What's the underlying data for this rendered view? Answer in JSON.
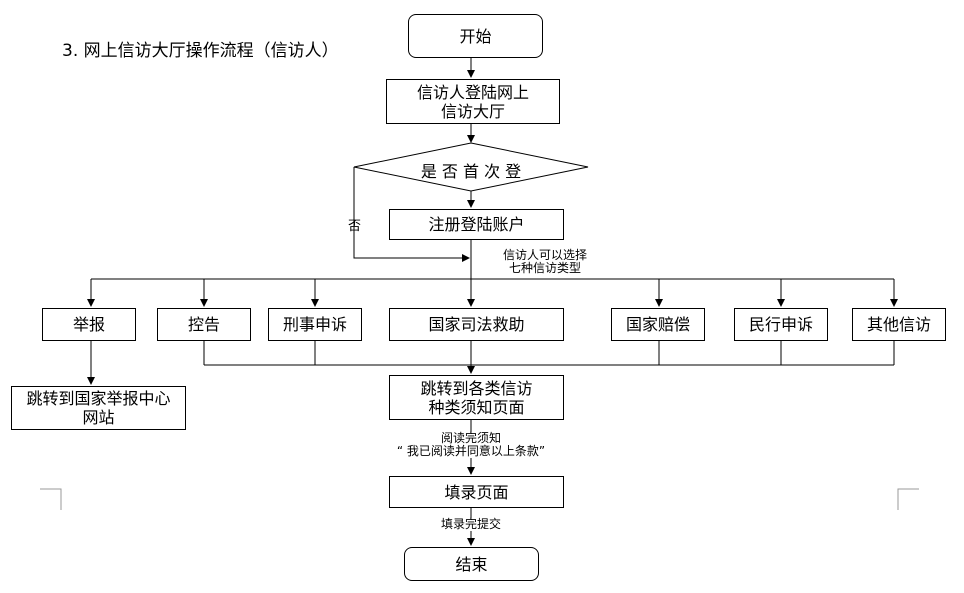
{
  "title": "3.  网上信访大厅操作流程（信访人）",
  "nodes": {
    "start": "开始",
    "login": [
      "信访人登陆网上",
      "信访大厅"
    ],
    "first_login": "是 否 首 次 登",
    "register": "注册登陆账户",
    "report": "举报",
    "accuse": "控告",
    "criminal_appeal": "刑事申诉",
    "judicial_aid": "国家司法救助",
    "state_compensation": "国家赔偿",
    "civil_appeal": "民行申诉",
    "other_petition": "其他信访",
    "report_center": [
      "跳转到国家举报中心",
      "网站"
    ],
    "notice_page": [
      "跳转到各类信访",
      "种类须知页面"
    ],
    "fill_page": "填录页面",
    "end": "结束"
  },
  "edge_labels": {
    "no": "否",
    "choose_types": [
      "信访人可以选择",
      "七种信访类型"
    ],
    "read_done": [
      "阅读完须知",
      "“ 我已阅读并同意以上条款”"
    ],
    "submit_done": "填录完提交"
  }
}
